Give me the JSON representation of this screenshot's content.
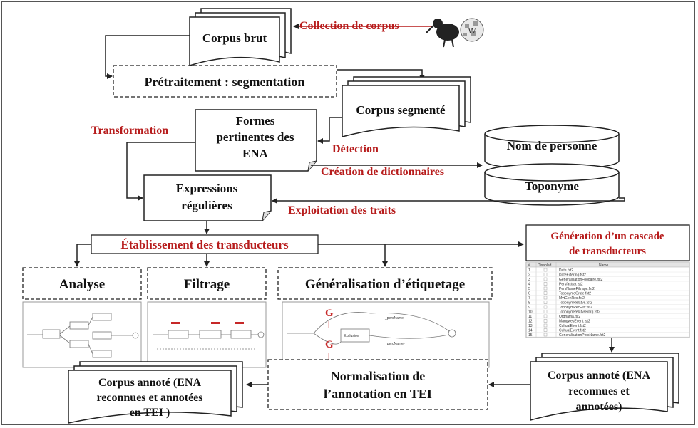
{
  "nodes": {
    "corpus_brut": "Corpus brut",
    "pretraitement": "Prétraitement : segmentation",
    "corpus_segmente": "Corpus segmenté",
    "formes": [
      "Formes",
      "pertinentes des",
      "ENA"
    ],
    "expressions": [
      "Expressions",
      "régulières"
    ],
    "nom_personne": "Nom de personne",
    "dots": "...",
    "toponyme": "Toponyme",
    "etablissement": "Établissement des transducteurs",
    "analyse": "Analyse",
    "filtrage": "Filtrage",
    "generalisation": "Généralisation d’étiquetage",
    "cascade": [
      "Génération d’un cascade",
      "de transducteurs"
    ],
    "corpus_annote_right": [
      "Corpus annoté (ENA",
      "reconnues et",
      "annotées)"
    ],
    "normalisation": [
      "Normalisation de",
      "l’annotation en TEI"
    ],
    "corpus_annote_left": [
      "Corpus annoté (ENA",
      "reconnues et annotées",
      "en TEI )"
    ]
  },
  "edge_labels": {
    "collection": "Collection de corpus",
    "transformation": "Transformation",
    "detection": "Détection",
    "creation": "Création de dictionnaires",
    "exploitation": "Exploitation des traits"
  },
  "graph_labels": {
    "perc_name_1": "_percName}",
    "perc_name_2": "_percName}",
    "exclusion": "Exclusion"
  },
  "cascade_table": {
    "headers": [
      "#",
      "Disabled",
      "Name"
    ],
    "rows": [
      {
        "n": "1",
        "name": "Date.fst2"
      },
      {
        "n": "2",
        "name": "DateFiltering.fst2"
      },
      {
        "n": "3",
        "name": "GeneralisationFoodaire.fst2"
      },
      {
        "n": "4",
        "name": "Persfactrar.fst2"
      },
      {
        "n": "5",
        "name": "PersNameFiltrage.fst2"
      },
      {
        "n": "6",
        "name": "ToponymeGrafe.fst2"
      },
      {
        "n": "7",
        "name": "MvtGenRec.fst2"
      },
      {
        "n": "8",
        "name": "ToponymRelatve.fst2"
      },
      {
        "n": "9",
        "name": "ToponymRecFiltr.fst2"
      },
      {
        "n": "10",
        "name": "ToponymRelatveFiltrg.fst2"
      },
      {
        "n": "11",
        "name": "Orghama.fst2"
      },
      {
        "n": "12",
        "name": "MangwesEvent.fst2"
      },
      {
        "n": "13",
        "name": "CultualEvent.fst2"
      },
      {
        "n": "14",
        "name": "CultualEvent.fst2"
      },
      {
        "n": "15",
        "name": "GeneralisationPersName.fst2"
      }
    ]
  },
  "colors": {
    "accent_red": "#b71c1c",
    "text": "#111111",
    "line": "#222222"
  }
}
